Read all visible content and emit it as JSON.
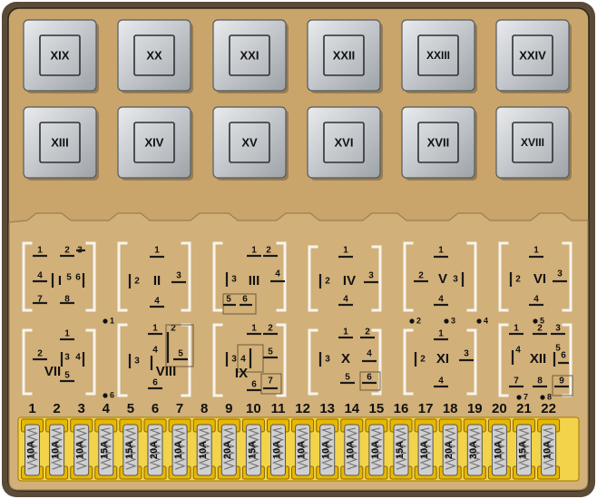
{
  "relay_modules_top": [
    "XIX",
    "XX",
    "XXI",
    "XXII",
    "XXIII",
    "XXIV"
  ],
  "relay_modules_second": [
    "XIII",
    "XIV",
    "XV",
    "XVI",
    "XVII",
    "XVIII"
  ],
  "sockets_row1": [
    {
      "label": "I",
      "pins": [
        "1",
        "2",
        "3",
        "4",
        "5",
        "6",
        "7",
        "8"
      ]
    },
    {
      "label": "II",
      "pins": [
        "1",
        "2",
        "3",
        "4"
      ]
    },
    {
      "label": "III",
      "pins": [
        "1",
        "2",
        "3",
        "4",
        "5",
        "6"
      ]
    },
    {
      "label": "IV",
      "pins": [
        "1",
        "2",
        "3",
        "4"
      ]
    },
    {
      "label": "V",
      "pins": [
        "1",
        "2",
        "3",
        "4"
      ]
    },
    {
      "label": "VI",
      "pins": [
        "1",
        "2",
        "3",
        "4"
      ]
    }
  ],
  "sockets_row2": [
    {
      "label": "VII",
      "pins": [
        "1",
        "2",
        "3",
        "4",
        "5"
      ]
    },
    {
      "label": "VIII",
      "pins": [
        "1",
        "2",
        "3",
        "4",
        "5",
        "6"
      ]
    },
    {
      "label": "IX",
      "pins": [
        "1",
        "2",
        "3",
        "4",
        "5",
        "6",
        "7"
      ]
    },
    {
      "label": "X",
      "pins": [
        "1",
        "2",
        "3",
        "4",
        "5",
        "6"
      ]
    },
    {
      "label": "XI",
      "pins": [
        "1",
        "2",
        "3",
        "4"
      ]
    },
    {
      "label": "XII",
      "pins": [
        "1",
        "2",
        "3",
        "4",
        "5",
        "6",
        "7",
        "8",
        "9"
      ]
    }
  ],
  "contact_points": [
    "1",
    "2",
    "3",
    "4",
    "5",
    "6",
    "7",
    "8"
  ],
  "fuses": [
    {
      "number": "1",
      "rating": "10A"
    },
    {
      "number": "2",
      "rating": "10A"
    },
    {
      "number": "3",
      "rating": "10A"
    },
    {
      "number": "4",
      "rating": "15A"
    },
    {
      "number": "5",
      "rating": "15A"
    },
    {
      "number": "6",
      "rating": "20A"
    },
    {
      "number": "7",
      "rating": "10A"
    },
    {
      "number": "8",
      "rating": "10A"
    },
    {
      "number": "9",
      "rating": "20A"
    },
    {
      "number": "10",
      "rating": "15A"
    },
    {
      "number": "11",
      "rating": "10A"
    },
    {
      "number": "12",
      "rating": "10A"
    },
    {
      "number": "13",
      "rating": "10A"
    },
    {
      "number": "14",
      "rating": "10A"
    },
    {
      "number": "15",
      "rating": "10A"
    },
    {
      "number": "16",
      "rating": "15A"
    },
    {
      "number": "17",
      "rating": "10A"
    },
    {
      "number": "18",
      "rating": "20A"
    },
    {
      "number": "19",
      "rating": "30A"
    },
    {
      "number": "20",
      "rating": "10A"
    },
    {
      "number": "21",
      "rating": "15A"
    },
    {
      "number": "22",
      "rating": "10A"
    }
  ],
  "colors": {
    "panel_upper": "#c9a56b",
    "panel_lower": "#d2b079",
    "relay_face": "#c8ccd0",
    "fuse_gold": "#e8b800",
    "fuse_strip": "#f2d34a",
    "fuse_body": "#b8b8b8"
  }
}
